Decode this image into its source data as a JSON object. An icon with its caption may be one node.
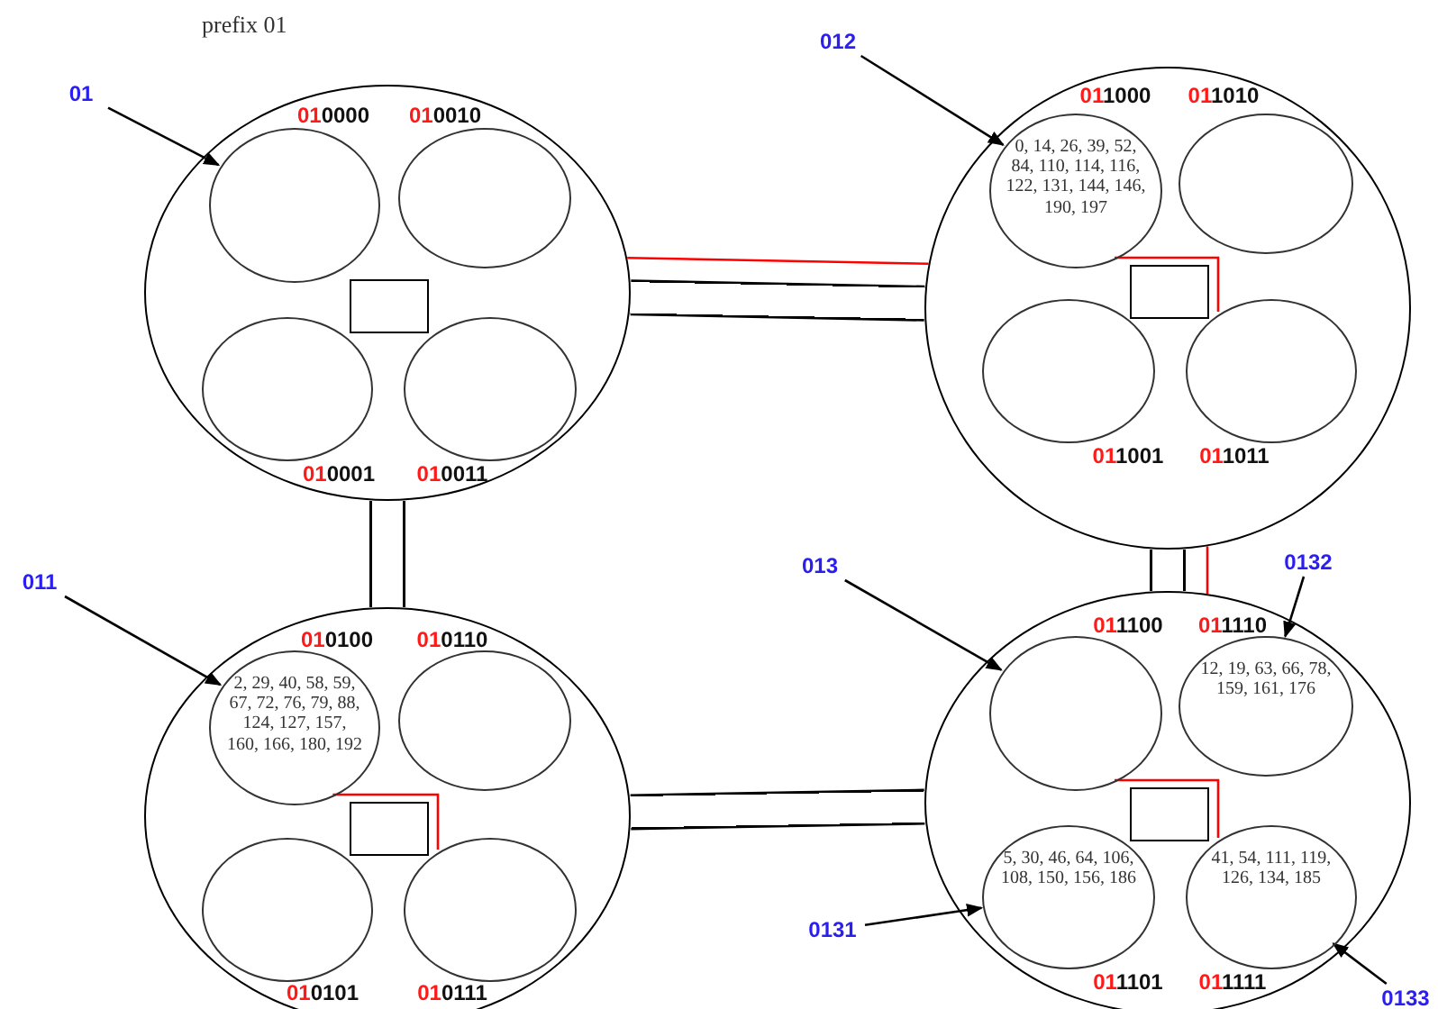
{
  "diagram": {
    "nodes": [
      {
        "text": [
          "01"
        ]
      },
      {
        "text": [
          "012"
        ]
      },
      {
        "text": [],
        "shape": "circle"
      },
      {
        "text": [
          "010000"
        ],
        "in": 2
      },
      {
        "text": [
          "010010"
        ],
        "in": 2
      },
      {
        "text": [],
        "shape": "box",
        "in": 2
      },
      {
        "text": [
          "010001"
        ],
        "in": 2
      },
      {
        "text": [
          "010011"
        ],
        "in": 2
      },
      {
        "text": [],
        "shape": "circle"
      },
      {
        "text": [
          "011000",
          "0, 14, 26, 39, 52, 84, 110, 114, 116, 122, 131, 144, 146, 190, 197"
        ],
        "in": 8
      },
      {
        "text": [
          "011010"
        ],
        "in": 8
      },
      {
        "text": [],
        "shape": "box",
        "in": 8
      },
      {
        "text": [
          "011001"
        ],
        "in": 8
      },
      {
        "text": [
          "011011"
        ],
        "in": 8
      },
      {
        "text": [
          "011"
        ]
      },
      {
        "text": [
          "013"
        ]
      },
      {
        "text": [
          "0132"
        ]
      },
      {
        "text": [],
        "shape": "circle"
      },
      {
        "text": [
          "010100",
          "2, 29, 40, 58, 59, 67, 72, 76, 79, 88, 124, 127, 157, 160, 166, 180, 192"
        ],
        "in": 17
      },
      {
        "text": [
          "010110"
        ],
        "in": 17
      },
      {
        "text": [],
        "shape": "box",
        "in": 17
      },
      {
        "text": [
          "010101"
        ],
        "in": 17
      },
      {
        "text": [
          "010111"
        ],
        "in": 17
      },
      {
        "text": [],
        "shape": "circle"
      },
      {
        "text": [
          "011100"
        ],
        "in": 23
      },
      {
        "text": [
          "011110",
          "12, 19, 63, 66, 78, 159, 161, 176"
        ],
        "in": 23
      },
      {
        "text": [],
        "shape": "box",
        "in": 23
      },
      {
        "text": [
          "5, 30, 46, 64, 106, 108, 150, 156, 186",
          "011101"
        ],
        "in": 23
      },
      {
        "text": [
          "41, 54, 111, 119, 126, 134, 185",
          "011111"
        ],
        "in": 23
      },
      {
        "text": [
          "0131"
        ]
      },
      {
        "text": [
          "0133"
        ]
      }
    ],
    "edges": [
      {
        "from": 0,
        "to": 3,
        "arrow": "to"
      },
      {
        "from": 1,
        "to": 9,
        "arrow": "to"
      },
      {
        "from": 14,
        "to": 18,
        "arrow": "to"
      },
      {
        "from": 15,
        "to": 24,
        "arrow": "to"
      },
      {
        "from": 16,
        "to": 25,
        "arrow": "to"
      },
      {
        "from": 29,
        "to": 27,
        "arrow": "to"
      },
      {
        "from": 30,
        "to": 28,
        "arrow": "to"
      },
      {
        "from": 2,
        "to": 8,
        "arrow": "none"
      },
      {
        "from": 2,
        "to": 8,
        "arrow": "none",
        "color": "#ff0000"
      },
      {
        "from": 2,
        "to": 17,
        "arrow": "none"
      },
      {
        "from": 8,
        "to": 23,
        "arrow": "none"
      },
      {
        "from": 8,
        "to": 23,
        "arrow": "none",
        "color": "#ff0000"
      },
      {
        "from": 17,
        "to": 23,
        "arrow": "none"
      },
      {
        "from": 9,
        "to": 13,
        "arrow": "none",
        "color": "#ff0000"
      },
      {
        "from": 18,
        "to": 22,
        "arrow": "none",
        "color": "#ff0000"
      },
      {
        "from": 24,
        "to": 28,
        "arrow": "none",
        "color": "#ff0000"
      }
    ],
    "labels": [
      "prefix 01"
    ]
  }
}
